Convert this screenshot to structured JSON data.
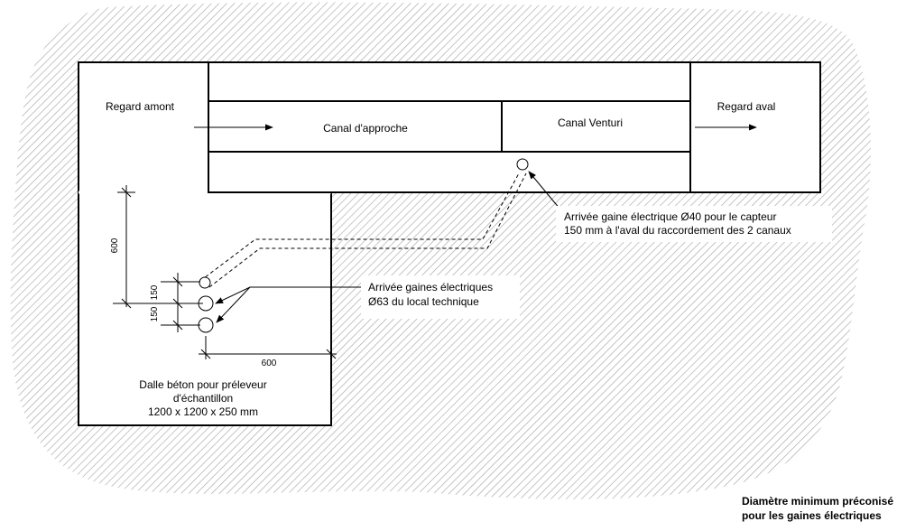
{
  "labels": {
    "regard_amont": "Regard amont",
    "regard_aval": "Regard aval",
    "canal_approche": "Canal d'approche",
    "canal_venturi": "Canal Venturi",
    "gaine40_line1": "Arrivée gaine électrique Ø40 pour le capteur",
    "gaine40_line2": "150 mm à l'aval du raccordement des 2 canaux",
    "gaines63_line1": "Arrivée gaines électriques",
    "gaines63_line2": "Ø63 du local technique",
    "dalle_line1": "Dalle béton pour préleveur",
    "dalle_line2": "d'échantillon",
    "dalle_line3": "1200 x 1200 x 250 mm"
  },
  "dimensions": {
    "vertical_600": "600",
    "vertical_150_a": "150",
    "vertical_150_b": "150",
    "horizontal_600": "600"
  },
  "footer": {
    "line1": "Diamètre minimum préconisé",
    "line2": "pour les gaines électriques"
  },
  "colors": {
    "hatch": "#a8a8a8",
    "stroke": "#000000",
    "background": "#ffffff"
  }
}
